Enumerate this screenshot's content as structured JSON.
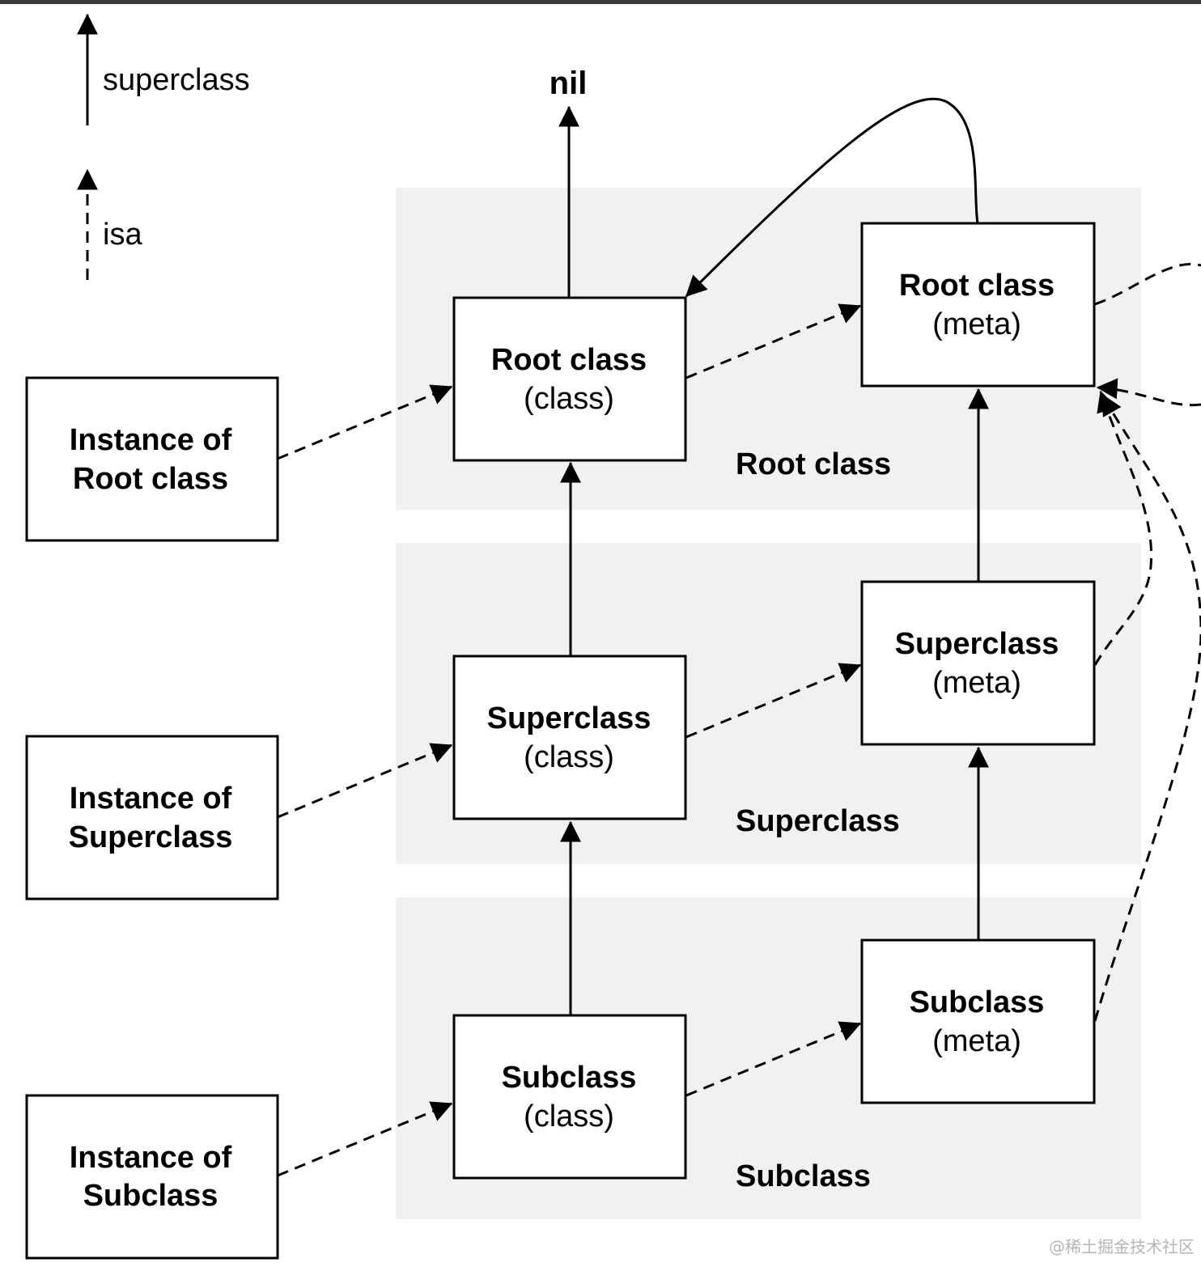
{
  "legend": {
    "superclass_label": "superclass",
    "isa_label": "isa"
  },
  "nil_label": "nil",
  "groups": {
    "root": "Root class",
    "superclass": "Superclass",
    "subclass": "Subclass"
  },
  "instances": {
    "root": [
      "Instance of",
      "Root class"
    ],
    "superclass": [
      "Instance of",
      "Superclass"
    ],
    "subclass": [
      "Instance of",
      "Subclass"
    ]
  },
  "classes": {
    "root": {
      "name": "Root class",
      "kind": "(class)"
    },
    "superclass": {
      "name": "Superclass",
      "kind": "(class)"
    },
    "subclass": {
      "name": "Subclass",
      "kind": "(class)"
    }
  },
  "metas": {
    "root": {
      "name": "Root class",
      "kind": "(meta)"
    },
    "superclass": {
      "name": "Superclass",
      "kind": "(meta)"
    },
    "subclass": {
      "name": "Subclass",
      "kind": "(meta)"
    }
  },
  "watermark": "@稀土掘金技术社区",
  "colors": {
    "band_fill": "#f1f1f1",
    "stroke": "#000000"
  }
}
